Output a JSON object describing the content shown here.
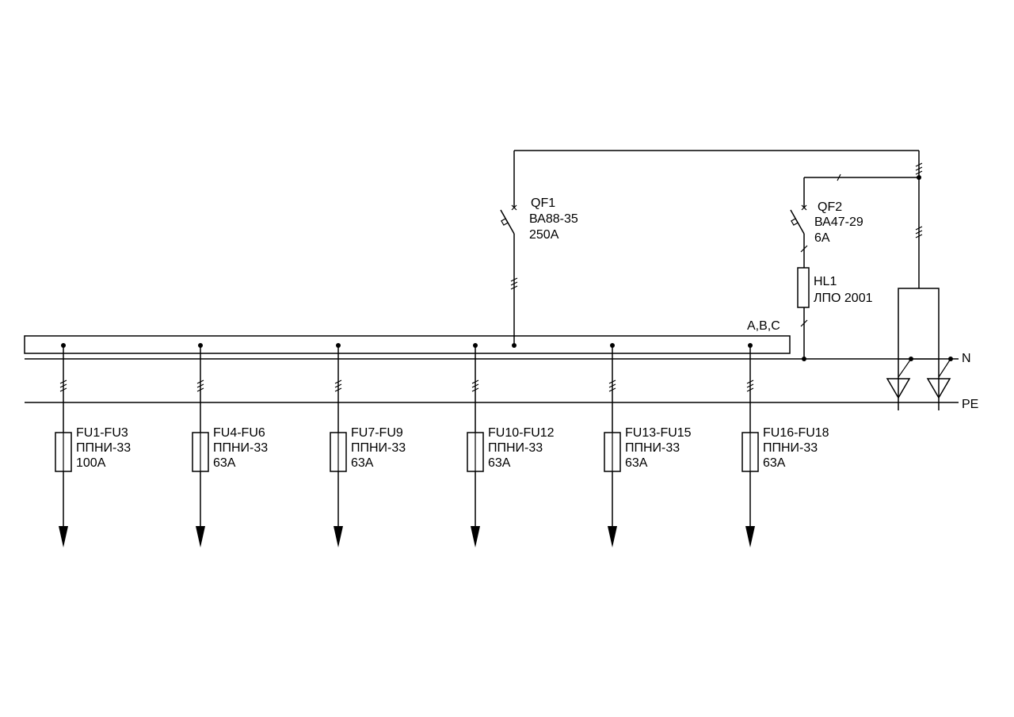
{
  "bus_label": "A,B,C",
  "n_label": "N",
  "pe_label": "PE",
  "qf1": {
    "name": "QF1",
    "type": "ВА88-35",
    "rating": "250А"
  },
  "qf2": {
    "name": "QF2",
    "type": "ВА47-29",
    "rating": "6А"
  },
  "hl1": {
    "name": "HL1",
    "type": "ЛПО 2001"
  },
  "feeders": [
    {
      "name": "FU1-FU3",
      "type": "ППНИ-33",
      "rating": "100А"
    },
    {
      "name": "FU4-FU6",
      "type": "ППНИ-33",
      "rating": "63А"
    },
    {
      "name": "FU7-FU9",
      "type": "ППНИ-33",
      "rating": "63А"
    },
    {
      "name": "FU10-FU12",
      "type": "ППНИ-33",
      "rating": "63А"
    },
    {
      "name": "FU13-FU15",
      "type": "ППНИ-33",
      "rating": "63А"
    },
    {
      "name": "FU16-FU18",
      "type": "ППНИ-33",
      "rating": "63А"
    }
  ]
}
